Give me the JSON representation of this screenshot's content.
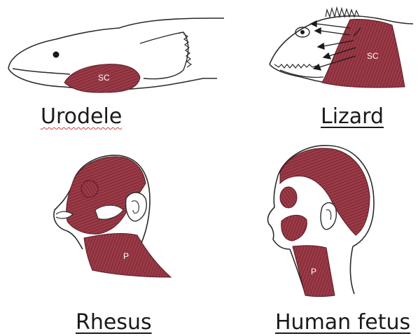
{
  "figure": {
    "panels": [
      {
        "id": "urodele",
        "caption": "Urodele",
        "muscle_label": "SC"
      },
      {
        "id": "lizard",
        "caption": "Lizard",
        "muscle_label": "SC"
      },
      {
        "id": "rhesus",
        "caption": "Rhesus",
        "muscle_label": "P"
      },
      {
        "id": "human-fetus",
        "caption": "Human fetus",
        "muscle_label": "P"
      }
    ]
  },
  "colors": {
    "muscle": "#9b3a47",
    "muscle_line": "#5e1b24",
    "outline": "#2a2a2a",
    "caption": "#1a1a1a"
  }
}
